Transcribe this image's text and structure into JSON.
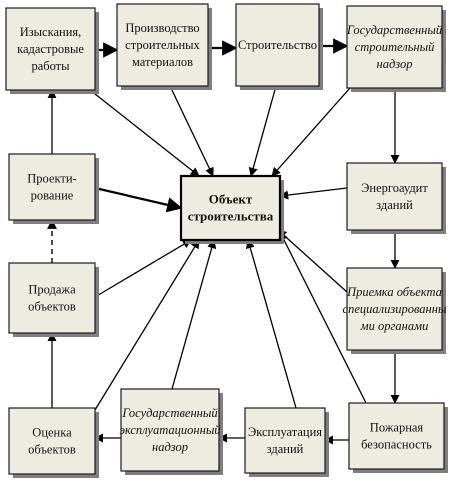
{
  "nodes": {
    "center": {
      "lines": [
        "Объект",
        "строительства"
      ],
      "italic": false
    },
    "survey": {
      "lines": [
        "Изыскания,",
        "кадастровые",
        "работы"
      ],
      "italic": false
    },
    "materials": {
      "lines": [
        "Производство",
        "строительных",
        "материалов"
      ],
      "italic": false
    },
    "construction": {
      "lines": [
        "Строительство"
      ],
      "italic": false
    },
    "state_supervision": {
      "lines": [
        "Государственный",
        "строительный",
        "надзор"
      ],
      "italic": true
    },
    "design": {
      "lines": [
        "Проекти-",
        "рование"
      ],
      "italic": false
    },
    "energy_audit": {
      "lines": [
        "Энергоаудит",
        "зданий"
      ],
      "italic": false
    },
    "sale": {
      "lines": [
        "Продажа",
        "объектов"
      ],
      "italic": false
    },
    "acceptance": {
      "lines": [
        "Приемка объекта",
        "специализированны",
        "ми органами"
      ],
      "italic": true
    },
    "valuation": {
      "lines": [
        "Оценка",
        "объектов"
      ],
      "italic": false
    },
    "operational_supervision": {
      "lines": [
        "Государственный",
        "эксплуатационный",
        "надзор"
      ],
      "italic": true
    },
    "operation": {
      "lines": [
        "Эксплуатация",
        "зданий"
      ],
      "italic": false
    },
    "fire_safety": {
      "lines": [
        "Пожарная",
        "безопасность"
      ],
      "italic": false
    }
  },
  "edges": [
    {
      "from": "survey",
      "to": "materials",
      "style": "thick"
    },
    {
      "from": "materials",
      "to": "construction",
      "style": "thick"
    },
    {
      "from": "construction",
      "to": "state_supervision",
      "style": "thick"
    },
    {
      "from": "state_supervision",
      "to": "energy_audit",
      "style": "solid"
    },
    {
      "from": "energy_audit",
      "to": "acceptance",
      "style": "solid"
    },
    {
      "from": "acceptance",
      "to": "fire_safety",
      "style": "solid"
    },
    {
      "from": "fire_safety",
      "to": "operation",
      "style": "solid"
    },
    {
      "from": "operation",
      "to": "operational_supervision",
      "style": "solid"
    },
    {
      "from": "operational_supervision",
      "to": "valuation",
      "style": "solid"
    },
    {
      "from": "valuation",
      "to": "sale",
      "style": "solid"
    },
    {
      "from": "sale",
      "to": "design",
      "style": "dashed"
    },
    {
      "from": "design",
      "to": "survey",
      "style": "solid"
    },
    {
      "from": "survey",
      "to": "center",
      "style": "solid"
    },
    {
      "from": "materials",
      "to": "center",
      "style": "solid"
    },
    {
      "from": "construction",
      "to": "center",
      "style": "solid"
    },
    {
      "from": "state_supervision",
      "to": "center",
      "style": "solid"
    },
    {
      "from": "design",
      "to": "center",
      "style": "thick"
    },
    {
      "from": "energy_audit",
      "to": "center",
      "style": "solid"
    },
    {
      "from": "sale",
      "to": "center",
      "style": "solid"
    },
    {
      "from": "acceptance",
      "to": "center",
      "style": "solid"
    },
    {
      "from": "valuation",
      "to": "center",
      "style": "solid"
    },
    {
      "from": "operational_supervision",
      "to": "center",
      "style": "solid"
    },
    {
      "from": "operation",
      "to": "center",
      "style": "solid"
    },
    {
      "from": "fire_safety",
      "to": "center",
      "style": "solid"
    }
  ]
}
